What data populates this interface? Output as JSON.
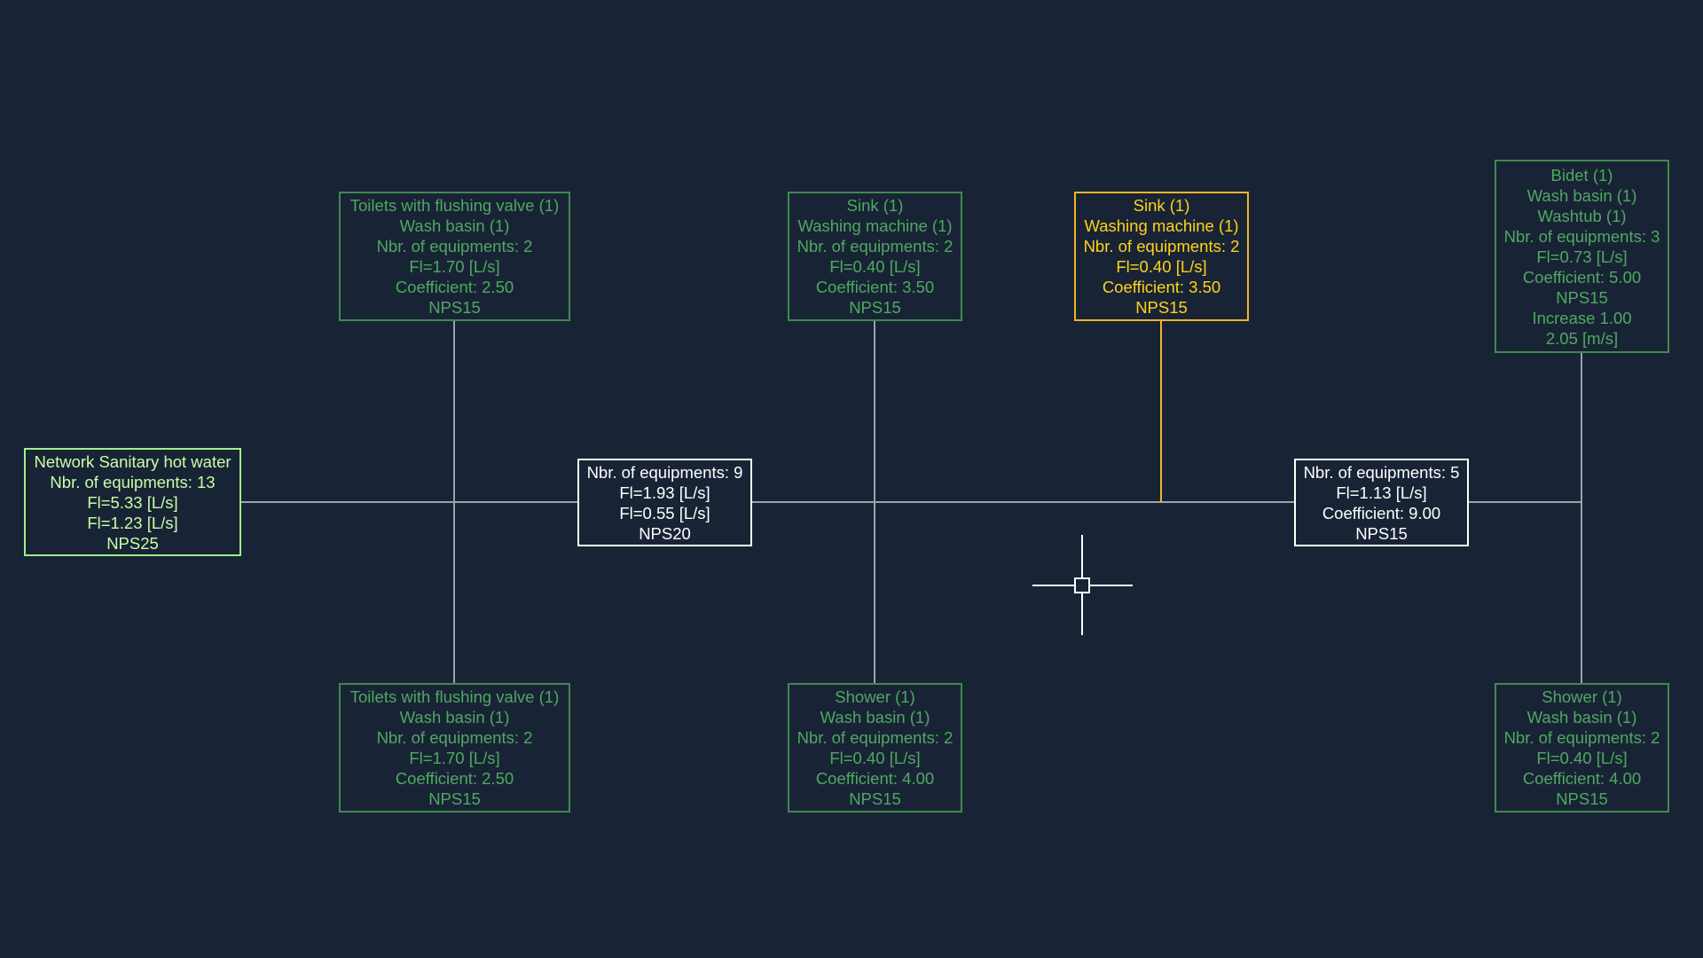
{
  "diagram": {
    "root": {
      "lines": [
        "Network Sanitary hot water",
        "Nbr. of equipments: 13",
        "Fl=5.33 [L/s]",
        "Fl=1.23 [L/s]",
        "NPS25"
      ]
    },
    "node_1": {
      "lines": [
        "Nbr. of equipments: 9",
        "Fl=1.93 [L/s]",
        "Fl=0.55 [L/s]",
        "NPS20"
      ]
    },
    "node_2": {
      "lines": [
        "Nbr. of equipments: 5",
        "Fl=1.13 [L/s]",
        "Coefficient: 9.00",
        "NPS15"
      ]
    },
    "equipment_top_left": {
      "lines": [
        "Toilets with flushing valve (1)",
        "Wash basin (1)",
        "Nbr. of equipments: 2",
        "Fl=1.70 [L/s]",
        "Coefficient: 2.50",
        "NPS15"
      ]
    },
    "equipment_bottom_left": {
      "lines": [
        "Toilets with flushing valve (1)",
        "Wash basin (1)",
        "Nbr. of equipments: 2",
        "Fl=1.70 [L/s]",
        "Coefficient: 2.50",
        "NPS15"
      ]
    },
    "equipment_top_middle": {
      "lines": [
        "Sink (1)",
        "Washing machine (1)",
        "Nbr. of equipments: 2",
        "Fl=0.40 [L/s]",
        "Coefficient: 3.50",
        "NPS15"
      ]
    },
    "equipment_bottom_middle": {
      "lines": [
        "Shower (1)",
        "Wash basin (1)",
        "Nbr. of equipments: 2",
        "Fl=0.40 [L/s]",
        "Coefficient: 4.00",
        "NPS15"
      ]
    },
    "equipment_selected": {
      "lines": [
        "Sink (1)",
        "Washing machine (1)",
        "Nbr. of equipments: 2",
        "Fl=0.40 [L/s]",
        "Coefficient: 3.50",
        "NPS15"
      ]
    },
    "equipment_top_right": {
      "lines": [
        "Bidet (1)",
        "Wash basin (1)",
        "Washtub (1)",
        "Nbr. of equipments: 3",
        "Fl=0.73 [L/s]",
        "Coefficient: 5.00",
        "NPS15",
        "Increase 1.00",
        "2.05 [m/s]"
      ]
    },
    "equipment_bottom_right": {
      "lines": [
        "Shower (1)",
        "Wash basin (1)",
        "Nbr. of equipments: 2",
        "Fl=0.40 [L/s]",
        "Coefficient: 4.00",
        "NPS15"
      ]
    }
  },
  "colors": {
    "background": "#182435",
    "wire": "#9aa3ad",
    "equipment_border": "#3f8a4e",
    "equipment_text": "#4fa861",
    "selected": "#f0b429",
    "node": "#ffffff",
    "root": "#9ef08a"
  },
  "icons": {
    "cursor": "crosshair-cursor-icon"
  }
}
